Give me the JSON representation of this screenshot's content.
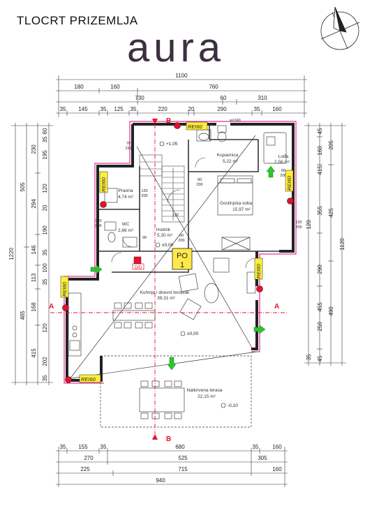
{
  "title": "TLOCRT PRIZEMLJA",
  "brand": "aura",
  "colors": {
    "wall_line": "#e0007a",
    "section_line": "#e8102a",
    "green_arrow": "#2ec52e",
    "fire_label_bg": "#ffef3a",
    "po_label_bg": "#ffe94a",
    "brand": "#3c3040",
    "dim": "#222222"
  },
  "rooms": {
    "kupaonica": {
      "name": "Kupaonica",
      "area": "5,22 m²"
    },
    "lodja": {
      "name": "Lođa",
      "area": "2,56 m²"
    },
    "spavaca": {
      "name": "Gostinjska soba",
      "area": "15,97 m²"
    },
    "hodnik": {
      "name": "Hodnik",
      "area": "5,30 m²"
    },
    "praona": {
      "name": "Praona",
      "area": "4,74 m²"
    },
    "wc": {
      "name": "WC",
      "area": "2,86 m²"
    },
    "kuhinja": {
      "name": "Kuhinja i dnevni boravak",
      "area": "39,31 m²"
    },
    "terasa": {
      "name": "Natkrivena terasa",
      "area": "22,15 m²"
    }
  },
  "levels": {
    "l1": "+1,05",
    "l2": "±0,00",
    "l3": "±0,00",
    "l4": "-0,10"
  },
  "labels": {
    "po_line1": "PO",
    "po_line2": "1",
    "rei": "REI60",
    "section_a": "A",
    "section_b": "B",
    "dvd": "D/D",
    "stair_up": "UP"
  },
  "dims": {
    "top_total": "1100",
    "top_row2": [
      "180",
      "160",
      "760"
    ],
    "top_row3": [
      "730",
      "60",
      "310"
    ],
    "top_row4": [
      "35",
      "145",
      "35",
      "125",
      "35",
      "220",
      "20",
      "290",
      "35",
      "160"
    ],
    "bottom_row1": [
      "35",
      "155",
      "35",
      "680",
      "35",
      "160"
    ],
    "bottom_row2": [
      "270",
      "525",
      "305"
    ],
    "bottom_row3": [
      "225",
      "715",
      "160"
    ],
    "bottom_total": "940",
    "left_outer": "1220",
    "left_mid": [
      "505",
      "485"
    ],
    "left_inner": [
      "230",
      "294",
      "146",
      "113",
      "168",
      "415"
    ],
    "left_detail": [
      "60",
      "35",
      "195",
      "120",
      "20",
      "190",
      "35",
      "100",
      "35",
      "120",
      "202",
      "35"
    ],
    "right_outer": "1120",
    "right_mid": [
      "205",
      "425",
      "490"
    ],
    "right_inner": [
      "45",
      "160",
      "415",
      "355",
      "290",
      "455",
      "250",
      "35",
      "45"
    ],
    "right_detail": [
      "120",
      "120"
    ],
    "openings": [
      "70",
      "150",
      "120",
      "200",
      "60",
      "200",
      "90",
      "120",
      "200",
      "60",
      "200",
      "120",
      "200",
      "60",
      "200",
      "p=160"
    ]
  }
}
